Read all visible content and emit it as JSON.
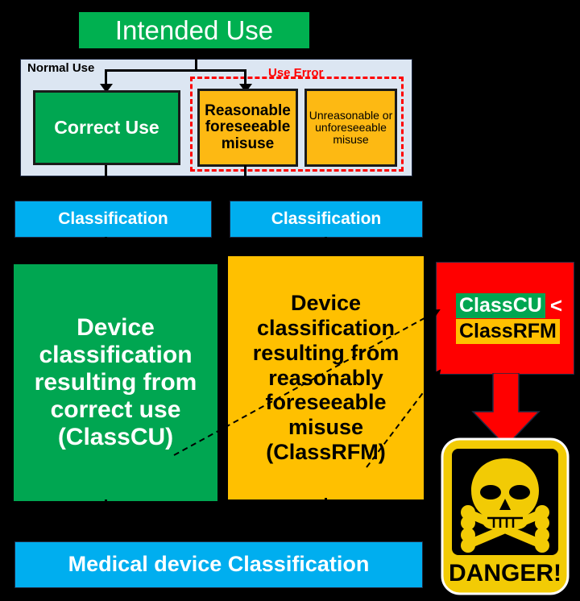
{
  "diagram": {
    "title_banner": {
      "label": "Intended Use",
      "color": "#00B050"
    },
    "normal_use": {
      "label": "Normal Use",
      "container_color": "#DCE6F2",
      "correct_use": {
        "label": "Correct Use",
        "color": "#00A651"
      }
    },
    "use_error": {
      "label": "Use Error",
      "label_color": "#FF0000",
      "boxes": [
        {
          "label": "Reasonable foreseeable misuse",
          "color": "#FDB913"
        },
        {
          "label": "Unreasonable or unforeseeable misuse",
          "color": "#FDB913"
        }
      ]
    },
    "classification_bars": [
      {
        "label": "Classification",
        "color": "#00AEEF"
      },
      {
        "label": "Classification",
        "color": "#00AEEF"
      }
    ],
    "results": [
      {
        "label": "Device classification resulting from correct use (ClassCU)",
        "color": "#00A651",
        "text_color": "#FFFFFF"
      },
      {
        "label": "Device classification resulting from reasonably foreseeable misuse (ClassRFM)",
        "color": "#FFC000",
        "text_color": "#000000"
      }
    ],
    "comparison": {
      "box_color": "#FF0000",
      "left_term": "ClassCU",
      "operator": "<",
      "right_term": "ClassRFM",
      "left_chip_color": "#00A651",
      "right_chip_color": "#FFC000"
    },
    "danger": {
      "label": "DANGER!",
      "icon": "skull-and-crossbones-icon",
      "sign_color": "#F2CB05",
      "background": "#000000"
    },
    "bottom_bar": {
      "label": "Medical device Classification",
      "color": "#00AEEF"
    }
  }
}
